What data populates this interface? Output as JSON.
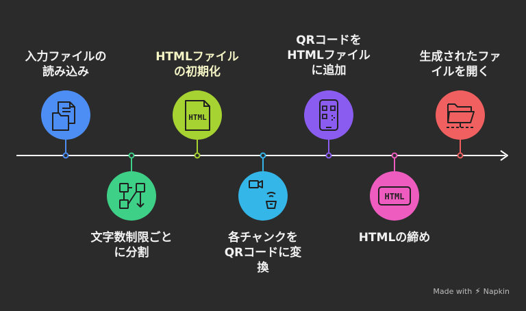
{
  "steps": [
    {
      "label": "入力ファイルの\n読み込み",
      "color": "#4d8ef5",
      "icon": "document-stack-icon"
    },
    {
      "label": "文字数制限ごと\nに分割",
      "color": "#3fd088",
      "icon": "split-flow-icon"
    },
    {
      "label": "HTMLファイル\nの初期化",
      "color": "#a6d332",
      "icon": "html-file-icon"
    },
    {
      "label": "各チャンクを\nQRコードに変\n換",
      "color": "#35b6e8",
      "icon": "convert-scan-icon"
    },
    {
      "label": "QRコードを\nHTMLファイル\nに追加",
      "color": "#8a5cf0",
      "icon": "qr-phone-icon"
    },
    {
      "label": "HTMLの締め",
      "color": "#ef5cc0",
      "icon": "html-tag-icon"
    },
    {
      "label": "生成されたファ\nイルを開く",
      "color": "#f06060",
      "icon": "open-folder-icon"
    }
  ],
  "icon_text": {
    "html_file": "HTML",
    "html_tag": "HTML"
  },
  "watermark": {
    "prefix": "Made with",
    "brand": "Napkin"
  }
}
